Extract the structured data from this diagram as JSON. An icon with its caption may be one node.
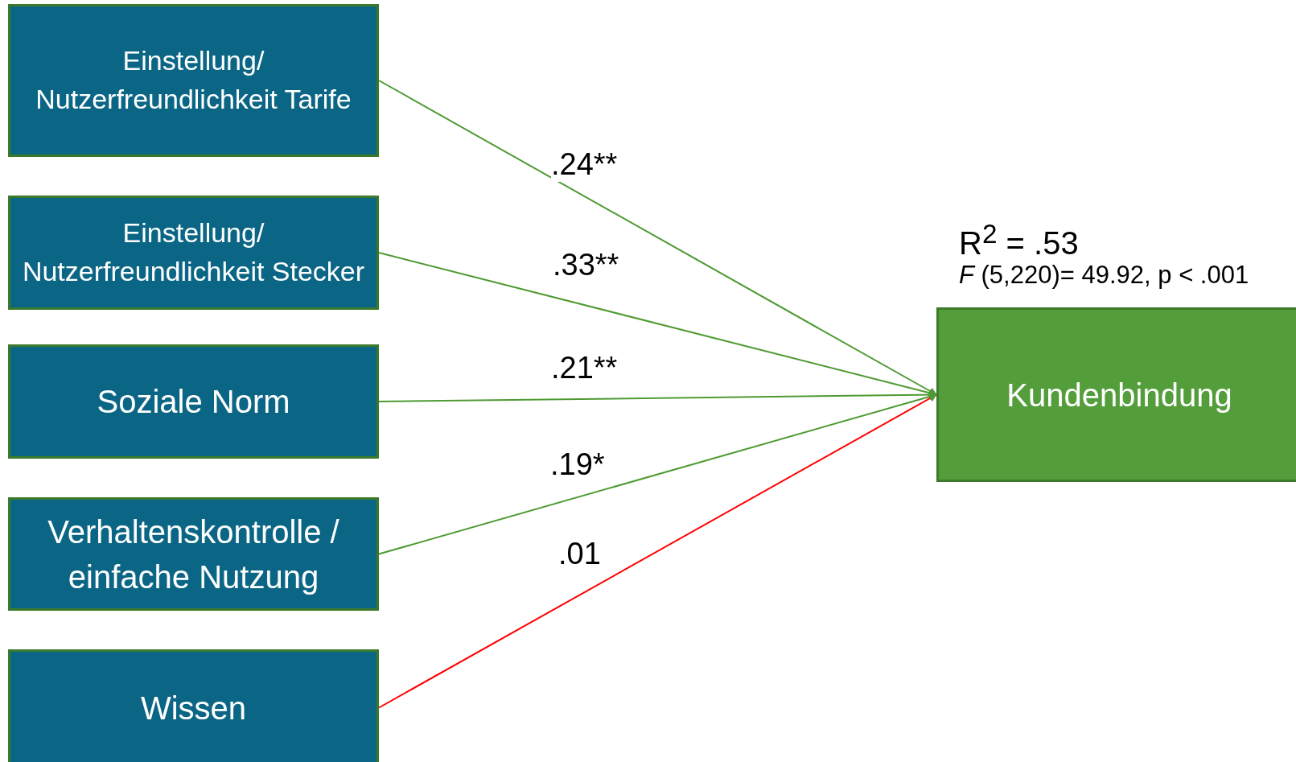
{
  "diagram": {
    "nodes": [
      {
        "text": [
          "Einstellung/ Nutzerfreundlichkeit Tarife"
        ]
      },
      {
        "text": [
          "Einstellung/ Nutzerfreundlichkeit Stecker"
        ]
      },
      {
        "text": [
          "Soziale Norm"
        ]
      },
      {
        "text": [
          "Verhaltenskontrolle / einfache Nutzung"
        ]
      },
      {
        "text": [
          "Wissen"
        ]
      },
      {
        "text": [
          "Kundenbindung"
        ],
        "beside": [
          "R$^{2}$ = .53",
          "*F* (5,220)= 49.92, p < .001"
        ]
      }
    ],
    "edges": [
      {
        "from": 0,
        "to": 5,
        "arrow": "to",
        "label": ".24**"
      },
      {
        "from": 1,
        "to": 5,
        "arrow": "to",
        "label": ".33**"
      },
      {
        "from": 2,
        "to": 5,
        "arrow": "to",
        "label": ".21**"
      },
      {
        "from": 3,
        "to": 5,
        "arrow": "to",
        "label": ".19*"
      },
      {
        "from": 4,
        "to": 5,
        "arrow": "to",
        "label": ".01",
        "color": "#ff0000"
      }
    ]
  }
}
